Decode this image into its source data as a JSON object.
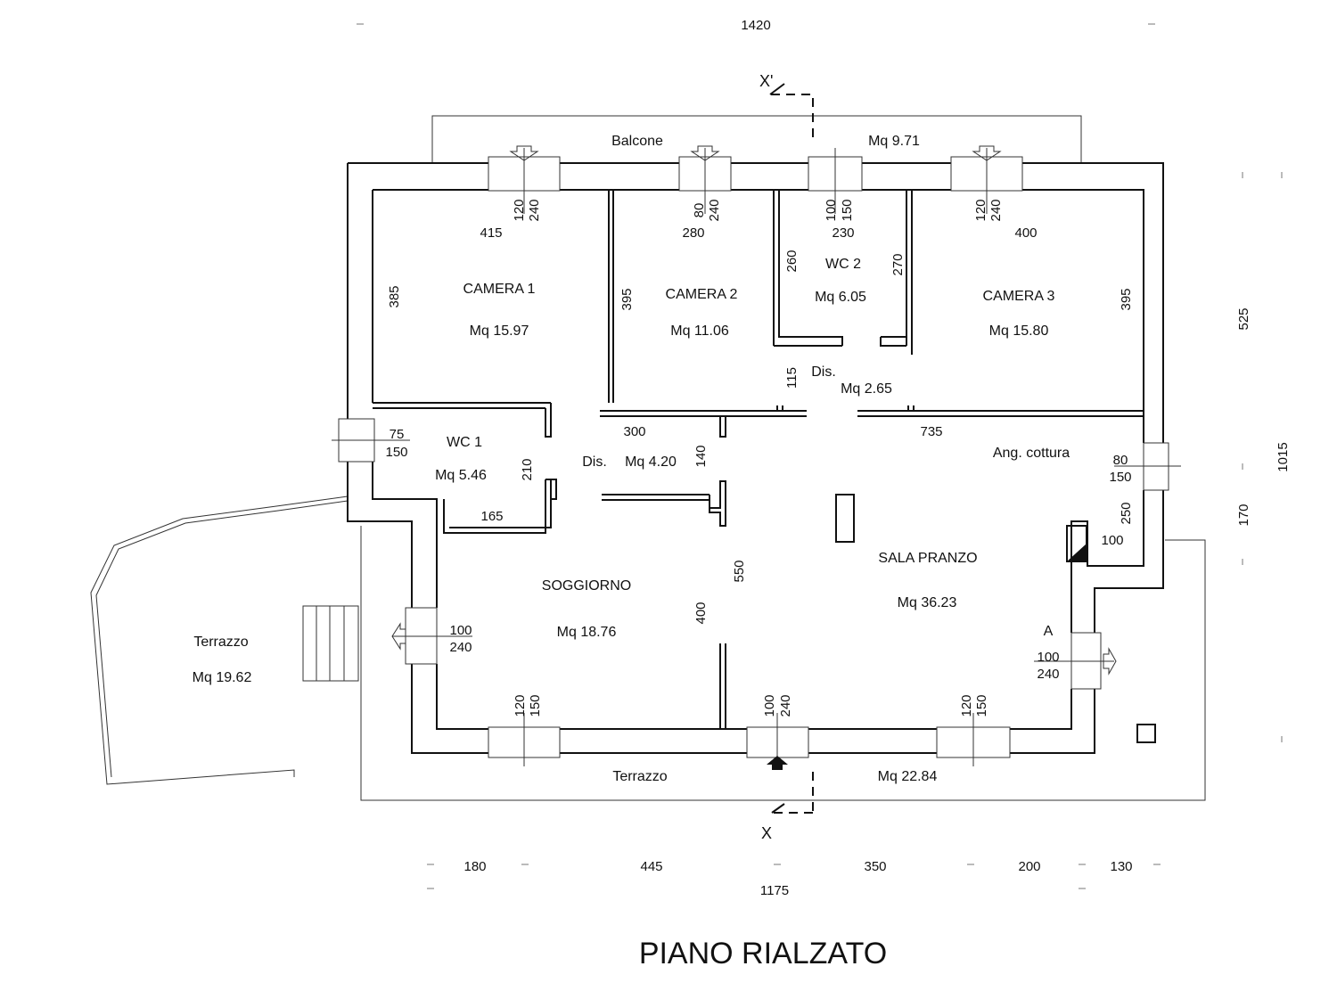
{
  "overall_dims": {
    "top_width": "1420",
    "bottom_total": "1175",
    "right_total": "1015",
    "right_upper": "525",
    "right_lower": "170",
    "bottom_segments": [
      "180",
      "445",
      "350",
      "200",
      "130"
    ]
  },
  "section_marks": {
    "top": "X'",
    "bottom": "X"
  },
  "rooms": {
    "balcone": {
      "name": "Balcone",
      "area": "Mq 9.71"
    },
    "camera1": {
      "name": "CAMERA 1",
      "area": "Mq 15.97"
    },
    "camera2": {
      "name": "CAMERA 2",
      "area": "Mq 11.06"
    },
    "wc2": {
      "name": "WC 2",
      "area": "Mq 6.05"
    },
    "camera3": {
      "name": "CAMERA 3",
      "area": "Mq 15.80"
    },
    "dis_upper": {
      "name": "Dis.",
      "area": "Mq 2.65"
    },
    "wc1": {
      "name": "WC 1",
      "area": "Mq 5.46"
    },
    "dis_lower": {
      "name": "Dis.",
      "area": "Mq 4.20"
    },
    "ang_cottura": {
      "name": "Ang. cottura"
    },
    "sala_pranzo": {
      "name": "SALA PRANZO",
      "area": "Mq 36.23"
    },
    "soggiorno": {
      "name": "SOGGIORNO",
      "area": "Mq 18.76"
    },
    "terrazzo_left": {
      "name": "Terrazzo",
      "area": "Mq 19.62"
    },
    "terrazzo_bottom": {
      "name": "Terrazzo",
      "area": "Mq 22.84"
    }
  },
  "openings": {
    "top_cam1": [
      "120",
      "240"
    ],
    "top_cam2": [
      "80",
      "240"
    ],
    "top_wc2": [
      "100",
      "150"
    ],
    "top_cam3": [
      "120",
      "240"
    ],
    "left_wc1": [
      "75",
      "150"
    ],
    "left_soggiorno": [
      "100",
      "240"
    ],
    "right_cottura": [
      "80",
      "150"
    ],
    "right_pranzo": [
      "100",
      "240"
    ],
    "bottom_left": [
      "120",
      "150"
    ],
    "bottom_entry": [
      "100",
      "240"
    ],
    "bottom_right": [
      "120",
      "150"
    ]
  },
  "room_dims": {
    "cam1_w": "415",
    "cam1_h": "385",
    "cam2_w": "280",
    "cam2_h": "395",
    "wc2_w": "230",
    "wc2_h_left": "260",
    "wc2_h_right": "270",
    "cam3_w": "400",
    "cam3_h": "395",
    "dis_h": "115",
    "corr_left": "300",
    "corr_right": "735",
    "dis_lower_h": "140",
    "wc1_h": "210",
    "wc1_w": "165",
    "cottura_h": "250",
    "cottura_w": "100",
    "central": "550",
    "soggiorno_h": "400"
  },
  "marker_a": "A",
  "title": "PIANO RIALZATO"
}
